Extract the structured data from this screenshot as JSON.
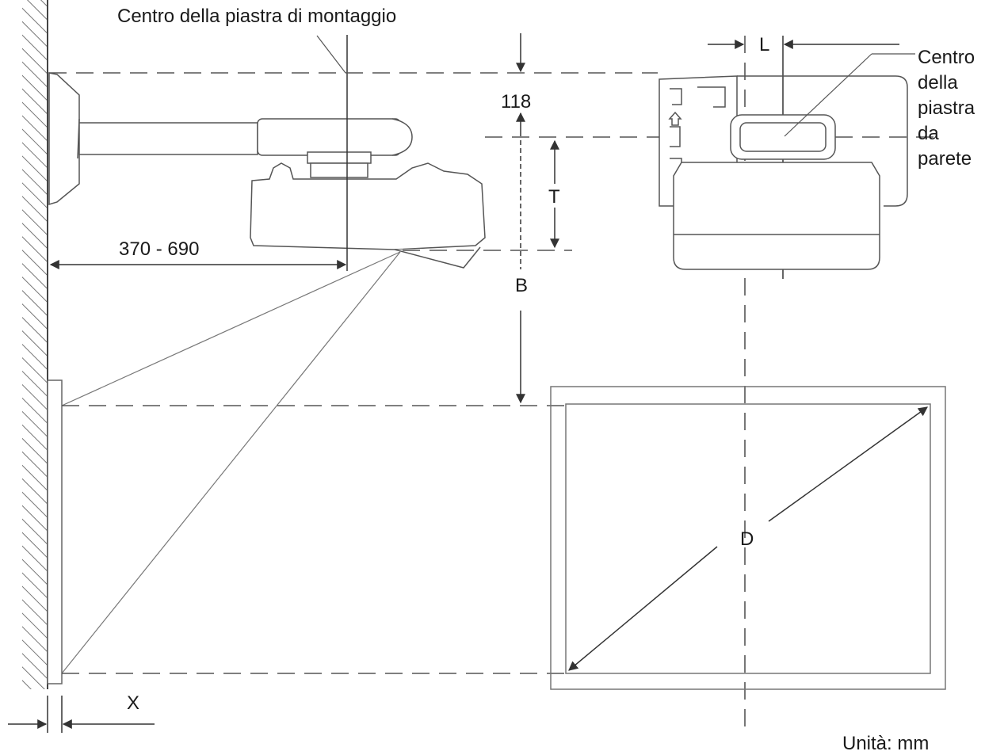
{
  "labels": {
    "mount_center": "Centro della piastra di montaggio",
    "plate_center": [
      "Centro",
      "della",
      "piastra",
      "da",
      "parete"
    ],
    "dim_118": "118",
    "dim_arm": "370 - 690",
    "dim_T": "T",
    "dim_B": "B",
    "dim_L": "L",
    "dim_X": "X",
    "dim_D": "D",
    "units": "Unità: mm"
  }
}
